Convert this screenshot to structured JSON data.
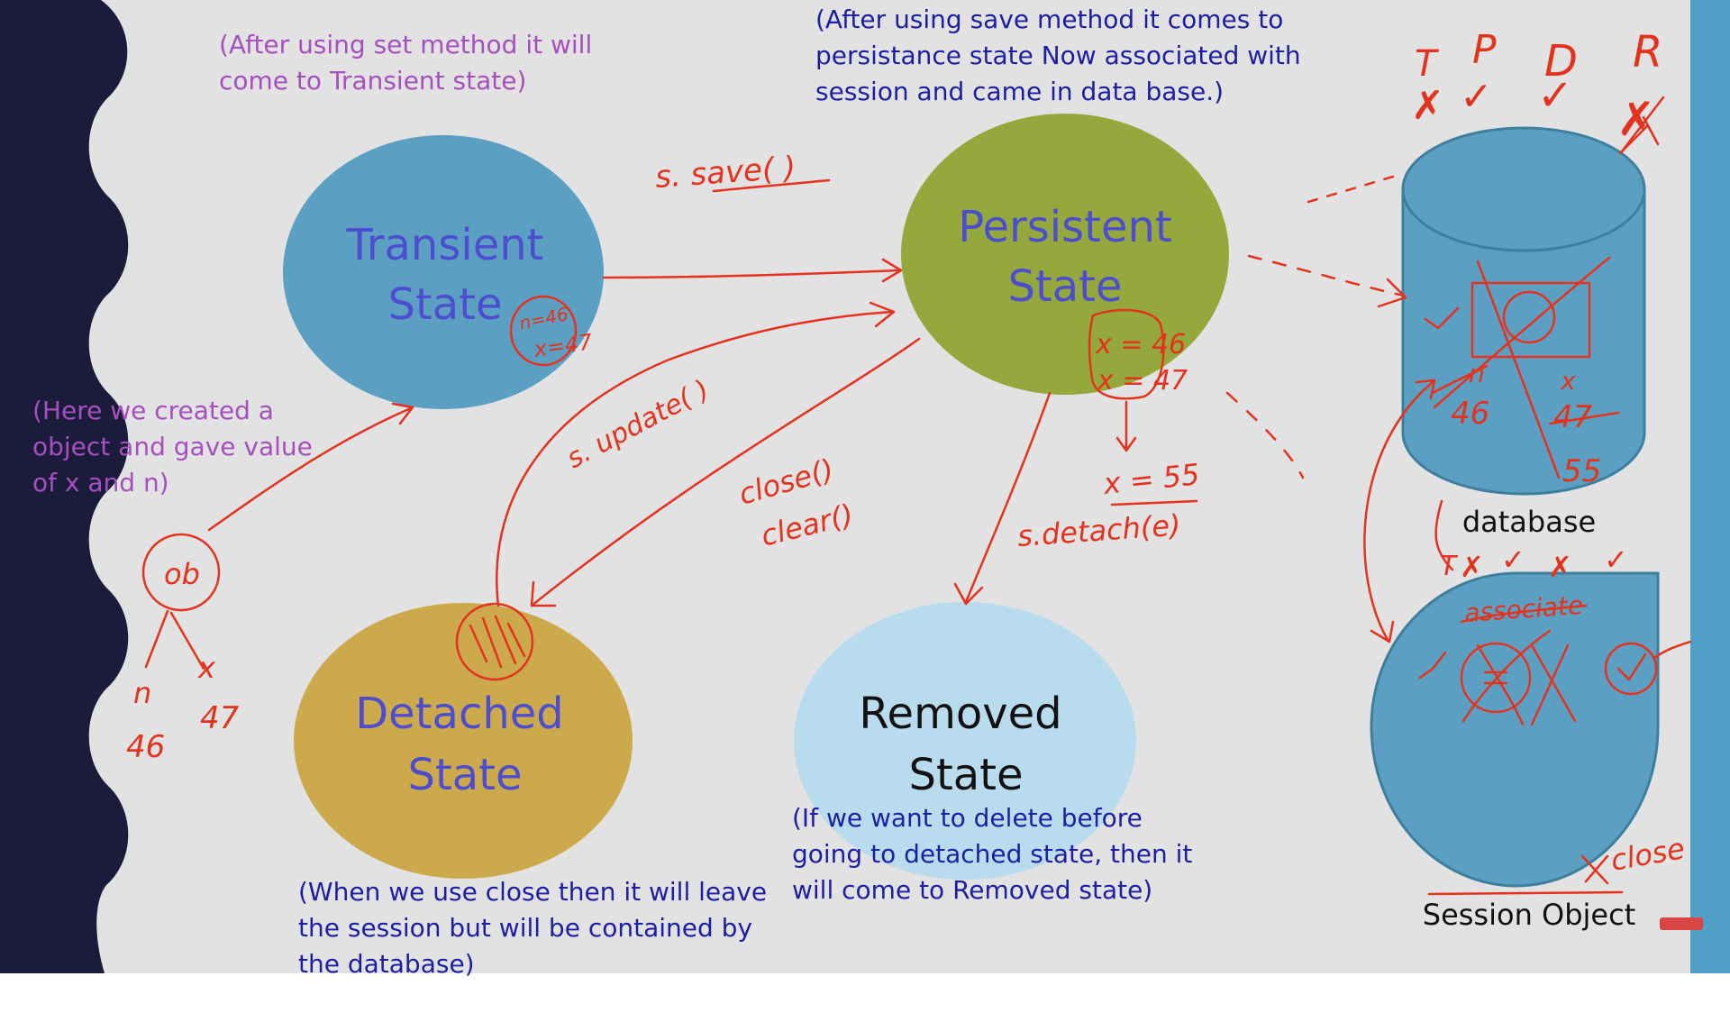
{
  "colors": {
    "background": "#e2e2e2",
    "dark_band": "#1b1b3b",
    "right_accent": "#4f9fc7",
    "transient_fill": "#5ba0c3",
    "persistent_fill": "#94a83c",
    "detached_fill": "#ccaa4c",
    "removed_fill": "#b8dcee",
    "database_fill": "#5ba0c3",
    "session_fill": "#5ba0c3",
    "state_text": "#4d4dd0",
    "annotation_red": "#e5321e",
    "note_purple": "#a64fbf",
    "note_navy": "#1c1fa6"
  },
  "notes": {
    "transient": [
      "(After using set method it will",
      "come to Transient state)"
    ],
    "persistent": [
      "(After using save method it comes to",
      "persistance state Now associated with",
      "session and came in data base.)"
    ],
    "created": [
      "(Here we created a",
      "object and gave value",
      "of x and n)"
    ],
    "detached": [
      "(When we use close then it will leave",
      "the session but will be contained by",
      "the database)"
    ],
    "removed": [
      "(If we want to delete before",
      "going to detached state, then it",
      "will come to Removed state)"
    ]
  },
  "states": {
    "transient": [
      "Transient",
      "State"
    ],
    "persistent": [
      "Persistent",
      "State"
    ],
    "detached": [
      "Detached",
      "State"
    ],
    "removed": [
      "Removed",
      "State"
    ]
  },
  "storage": {
    "database_label": "database",
    "session_label": "Session Object"
  },
  "handwriting": {
    "save_call": "s. save( )",
    "update_call": "s. update( )",
    "close_call": "close()",
    "clear_call": "clear()",
    "detach_call": "s.detach(e)",
    "x_assign": "x = 55",
    "ob_label": "ob",
    "n_label": "n",
    "x_label": "x",
    "n_value": "46",
    "x_value": "47",
    "transient_values": [
      "n=46",
      "x=47"
    ],
    "persistent_values": [
      "x = 46",
      "x = 47"
    ],
    "db_n": "n",
    "db_x": "x",
    "db_46": "46",
    "db_47": "47",
    "db_55": "55",
    "tpdr_letters": [
      "T",
      "P",
      "D",
      "R"
    ],
    "tpdr_marks": [
      "✗",
      "✓",
      "✓",
      "✗"
    ],
    "session_marks": [
      "T",
      "✗",
      "✓",
      "✗",
      "✓"
    ],
    "associate": "associate",
    "close_note": "close"
  }
}
